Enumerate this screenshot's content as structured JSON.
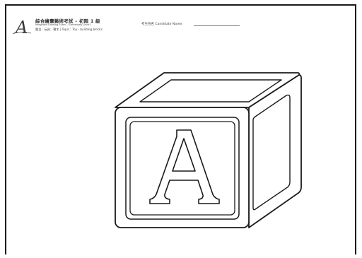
{
  "header": {
    "title": "綜合繪畫藝術考試 – 初階 1 級",
    "subtitle": "Integrated Drawing Exam – Elementary Level 1",
    "topic": "題目：玩具：積木 | Topic：Toy - building blocks",
    "candidate_label": "考生姓名 Candidate Name:",
    "logo_letter": "A"
  },
  "block": {
    "letter": "A"
  },
  "colors": {
    "ink": "#1a1a1a",
    "logo": "#3a3a3a"
  }
}
